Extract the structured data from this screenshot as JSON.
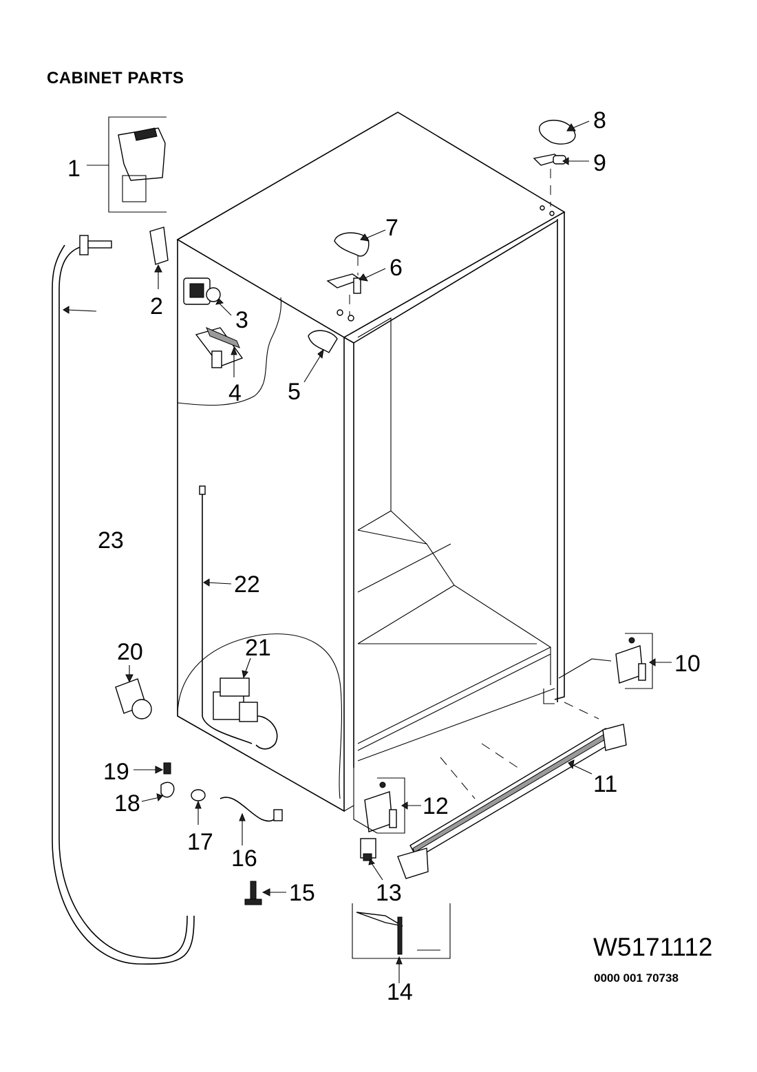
{
  "header": {
    "title": "CABINET PARTS"
  },
  "footer": {
    "model": "W5171112",
    "code": "0000 001 70738"
  },
  "callouts": [
    {
      "num": "1"
    },
    {
      "num": "2"
    },
    {
      "num": "3"
    },
    {
      "num": "4"
    },
    {
      "num": "5"
    },
    {
      "num": "6"
    },
    {
      "num": "7"
    },
    {
      "num": "8"
    },
    {
      "num": "9"
    },
    {
      "num": "10"
    },
    {
      "num": "11"
    },
    {
      "num": "12"
    },
    {
      "num": "13"
    },
    {
      "num": "14"
    },
    {
      "num": "15"
    },
    {
      "num": "16"
    },
    {
      "num": "17"
    },
    {
      "num": "18"
    },
    {
      "num": "19"
    },
    {
      "num": "20"
    },
    {
      "num": "21"
    },
    {
      "num": "22"
    },
    {
      "num": "23"
    }
  ]
}
